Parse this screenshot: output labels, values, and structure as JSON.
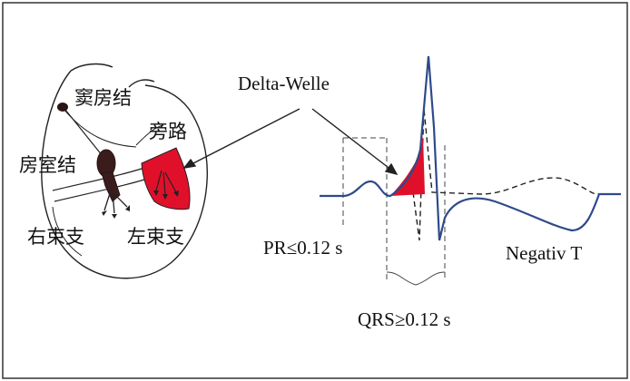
{
  "labels": {
    "sa_node": "窦房结",
    "accessory_pathway": "旁路",
    "av_node": "房室结",
    "right_bundle": "右束支",
    "left_bundle": "左束支",
    "delta_wave": "Delta-Welle",
    "pr_interval": "PR≤0.12 s",
    "qrs_duration": "QRS≥0.12 s",
    "negative_t": "Negativ T"
  },
  "colors": {
    "pathway_fill": "#e0102a",
    "ecg_trace": "#2e4a8a",
    "outline": "#222222"
  }
}
